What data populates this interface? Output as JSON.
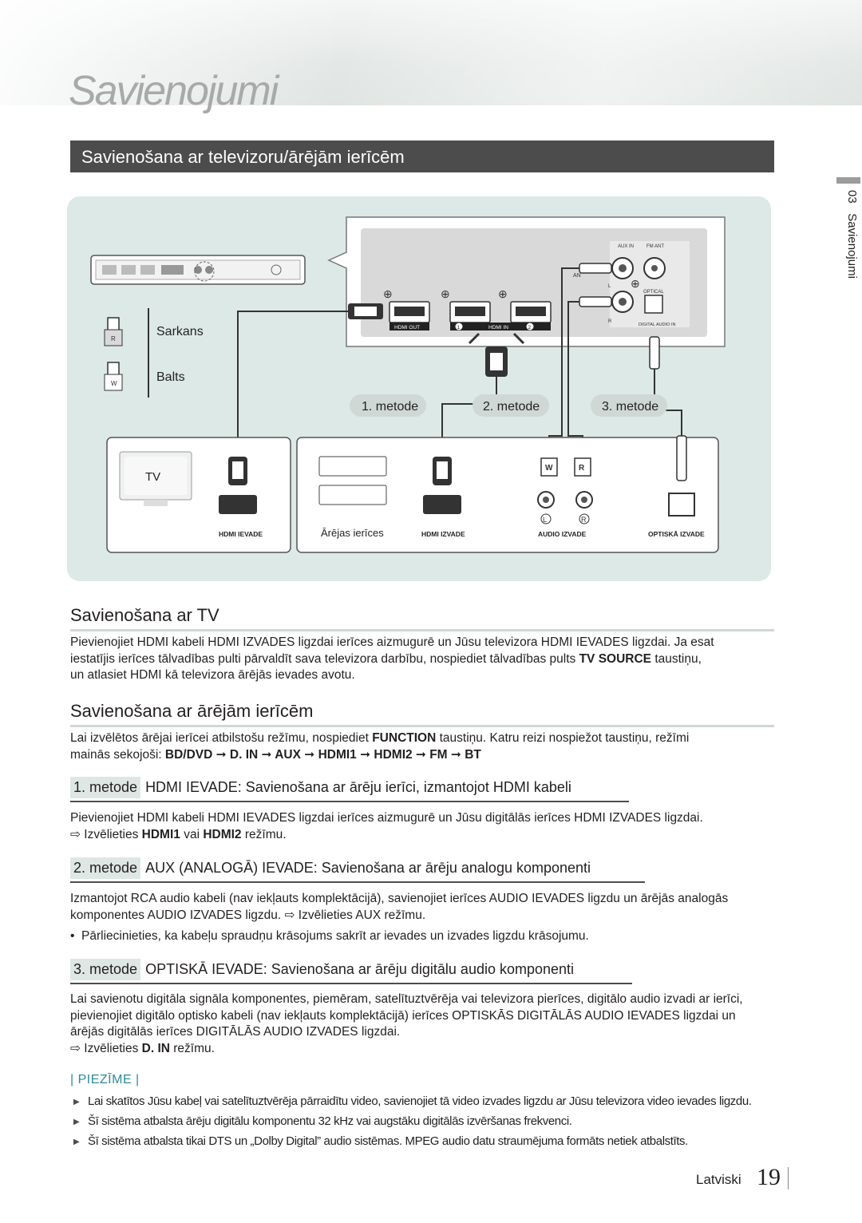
{
  "chapter_title": "Savienojumi",
  "section_title": "Savienošana ar televizoru/ārējām ierīcēm",
  "side": {
    "number": "03",
    "label": "Savienojumi"
  },
  "diagram": {
    "legend": [
      {
        "marker": "R",
        "label": "Sarkans"
      },
      {
        "marker": "W",
        "label": "Balts"
      }
    ],
    "panel_labels": {
      "aux_in": "AUX IN",
      "fm_ant": "FM ANT",
      "optical": "OPTICAL",
      "digital_audio_in": "DIGITAL AUDIO IN",
      "hdmi_out": "HDMI OUT",
      "hdmi_in": "HDMI IN",
      "port1": "1",
      "port2": "2",
      "ant": "AN",
      "l": "L",
      "r": "R",
      "w": "W"
    },
    "methods": [
      "1. metode",
      "2. metode",
      "3. metode"
    ],
    "tv_label": "TV",
    "hdmi_ievade": "HDMI IEVADE",
    "external_devices": "Ārējas ierīces",
    "hdmi_izvade": "HDMI IZVADE",
    "audio_izvade": "AUDIO IZVADE",
    "optical_izvade": "OPTISKĀ IZVADE",
    "cable_w": "W",
    "cable_r": "R",
    "jack_l": "L",
    "jack_r": "R"
  },
  "tv_section": {
    "title": "Savienošana ar TV",
    "p1": "Pievienojiet HDMI kabeli HDMI IZVADES ligzdai ierīces aizmugurē un Jūsu televizora HDMI IEVADES ligzdai. Ja esat",
    "p2_a": "iestatījis ierīces tālvadības pulti pārvaldīt sava televizora darbību, nospiediet tālvadības pults ",
    "p2_b": "TV SOURCE",
    "p2_c": " taustiņu,",
    "p3": "un atlasiet HDMI kā televizora ārējās ievades avotu."
  },
  "ext_section": {
    "title": "Savienošana ar ārējām ierīcēm",
    "p1_a": "Lai izvēlētos ārējai ierīcei atbilstošu režīmu, nospiediet ",
    "p1_b": "FUNCTION",
    "p1_c": " taustiņu. Katru reizi nospiežot taustiņu, režīmi",
    "p2_a": "mainās sekojoši: ",
    "p2_b": "BD/DVD ➞ D. IN ➞ AUX ➞ HDMI1 ➞ HDMI2 ➞ FM ➞ BT"
  },
  "method1": {
    "chip": "1. metode",
    "heading": "HDMI IEVADE: Savienošana ar ārēju ierīci, izmantojot HDMI kabeli",
    "p1": "Pievienojiet HDMI kabeli HDMI IEVADES ligzdai ierīces aizmugurē un Jūsu digitālās ierīces HDMI IZVADES ligzdai.",
    "p2_a": "⇨ Izvēlieties ",
    "p2_b": "HDMI1",
    "p2_c": " vai ",
    "p2_d": "HDMI2",
    "p2_e": " režīmu."
  },
  "method2": {
    "chip": "2. metode",
    "heading": "AUX (ANALOGĀ) IEVADE: Savienošana ar ārēju analogu komponenti",
    "p1": "Izmantojot RCA audio kabeli (nav iekļauts komplektācijā), savienojiet ierīces AUDIO IEVADES ligzdu un ārējās analogās",
    "p2": "komponentes AUDIO IZVADES ligzdu. ⇨ Izvēlieties AUX režīmu.",
    "bullet": "Pārliecinieties, ka kabeļu spraudņu krāsojums sakrīt ar ievades un izvades ligzdu krāsojumu."
  },
  "method3": {
    "chip": "3. metode",
    "heading": "OPTISKĀ IEVADE: Savienošana ar ārēju digitālu audio komponenti",
    "p1": "Lai savienotu digitāla signāla komponentes, piemēram, satelītuztvērēja vai televizora pierīces, digitālo audio izvadi ar ierīci,",
    "p2": "pievienojiet digitālo optisko kabeli (nav iekļauts komplektācijā) ierīces OPTISKĀS DIGITĀLĀS AUDIO IEVADES ligzdai un",
    "p3": "ārējās digitālās ierīces DIGITĀLĀS AUDIO IZVADES ligzdai.",
    "p4_a": "⇨ Izvēlieties ",
    "p4_b": "D. IN",
    "p4_c": " režīmu."
  },
  "note": {
    "label": "| PIEZĪME |",
    "items": [
      "Lai skatītos Jūsu kabeļ vai satelītuztvērēja pārraidītu video, savienojiet tā video izvades ligzdu ar Jūsu televizora video ievades ligzdu.",
      "Šī sistēma atbalsta ārēju digitālu komponentu 32 kHz vai augstāku digitālās izvēršanas frekvenci.",
      "Šī sistēma atbalsta tikai DTS un „Dolby Digital” audio sistēmas. MPEG audio datu straumējuma formāts netiek atbalstīts."
    ]
  },
  "footer": {
    "language": "Latviski",
    "page": "19"
  }
}
